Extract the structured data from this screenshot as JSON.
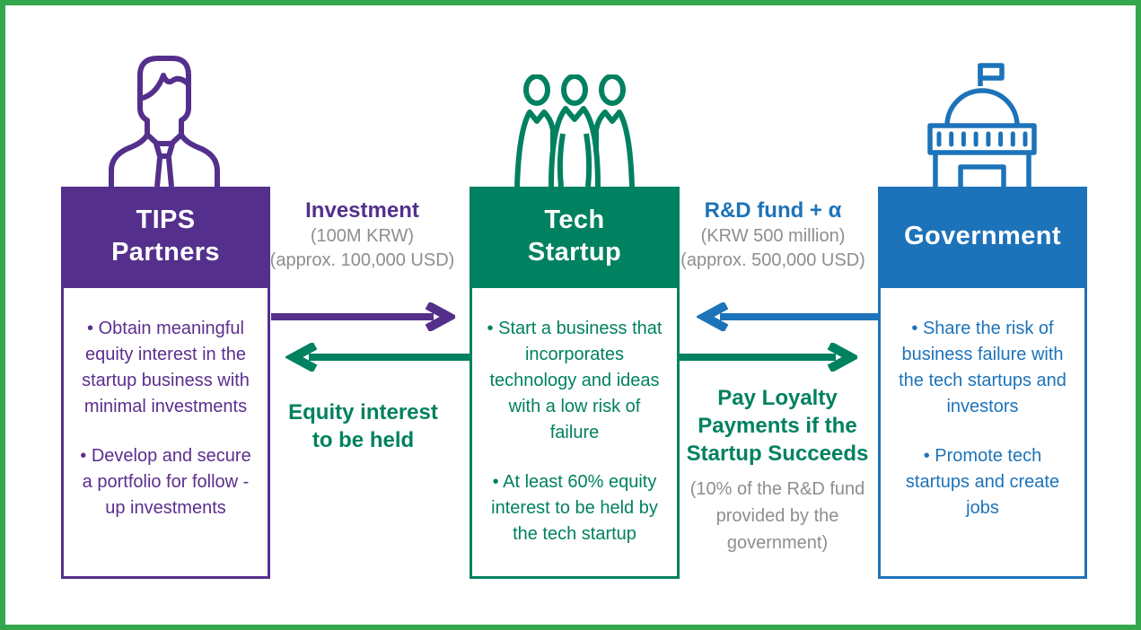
{
  "page": {
    "background": "#ffffff",
    "border_color": "#34a64e"
  },
  "columns": [
    {
      "name": "TIPS Partners",
      "icon": "businessman-icon",
      "accent_color": "#54308c",
      "title_lines": [
        "TIPS",
        "Partners"
      ],
      "bullets": [
        "• Obtain meaningful equity interest in the startup business with minimal investments",
        "• Develop and secure a portfolio for follow -up investments"
      ]
    },
    {
      "name": "Tech Startup",
      "icon": "startup-team-icon",
      "accent_color": "#00815f",
      "title_lines": [
        "Tech",
        "Startup"
      ],
      "bullets": [
        "• Start a business that incorporates technology and ideas with a low risk of failure",
        "• At least 60% equity interest to be held by the tech startup"
      ]
    },
    {
      "name": "Government",
      "icon": "government-building-icon",
      "accent_color": "#1d73b9",
      "title_lines": [
        "Government"
      ],
      "bullets": [
        "• Share the risk of business failure with the tech startups and investors",
        "• Promote tech startups and create jobs"
      ]
    }
  ],
  "flows": {
    "investment": {
      "label": "Investment",
      "sub_lines": [
        "(100M KRW)",
        "(approx. 100,000 USD)"
      ],
      "color": "#54308c",
      "arrow_direction": "right"
    },
    "equity": {
      "label_lines": [
        "Equity interest",
        "to be held"
      ],
      "color": "#00815f",
      "arrow_direction": "left"
    },
    "rnd_fund": {
      "label": "R&D fund + α",
      "sub_lines": [
        "(KRW 500 million)",
        "(approx. 500,000 USD)"
      ],
      "color": "#1d73b9",
      "arrow_direction": "left"
    },
    "loyalty": {
      "label_lines": [
        "Pay Loyalty",
        "Payments if the",
        "Startup Succeeds"
      ],
      "sub_lines": [
        "(10% of the R&D fund",
        "provided by the",
        "government)"
      ],
      "color": "#00815f",
      "arrow_direction": "right"
    }
  }
}
